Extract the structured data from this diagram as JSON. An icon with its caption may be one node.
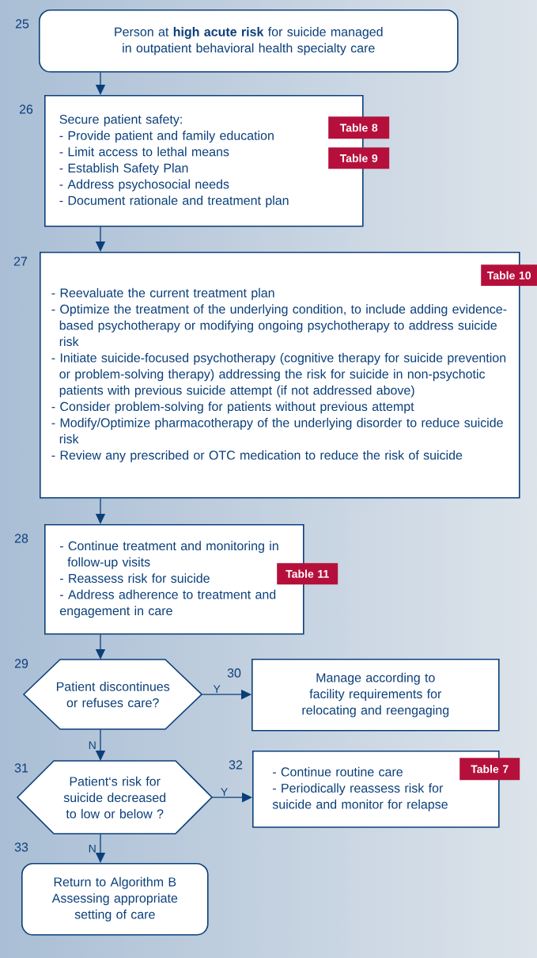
{
  "diagram": {
    "nodes": [
      {
        "text": [
          "Person at **high acute risk** for suicide managed in outpatient behavioral health specialty care"
        ],
        "beside": [
          "25"
        ]
      },
      {
        "text": [
          "Secure patient safety:",
          "- Provide patient and family education",
          "- Limit access to lethal means",
          "- Establish Safety Plan",
          "- Address psychosocial needs",
          "- Document rationale and treatment plan"
        ],
        "beside": [
          "26"
        ]
      },
      {
        "text": [
          "Table 8"
        ]
      },
      {
        "text": [
          "Table 9"
        ]
      },
      {
        "text": [
          "- Reevaluate the current treatment plan",
          "- Optimize the treatment of the underlying condition, to include adding evidence-based psychotherapy or modifying ongoing psychotherapy to address suicide risk",
          "- Initiate suicide-focused psychotherapy (cognitive therapy for suicide prevention or problem-solving therapy) addressing the risk for suicide in non-psychotic patients with previous suicide attempt (if not addressed above)",
          "- Consider problem-solving for patients without previous attempt",
          "- Modify/Optimize pharmacotherapy of the underlying disorder to reduce suicide risk",
          "- Review any prescribed or OTC medication to reduce the risk of suicide"
        ],
        "beside": [
          "27"
        ]
      },
      {
        "text": [
          "Table 10"
        ]
      },
      {
        "text": [
          "- Continue treatment and monitoring in follow-up visits",
          "- Reassess risk for suicide",
          "- Address adherence to treatment and engagement in care"
        ],
        "beside": [
          "28"
        ]
      },
      {
        "text": [
          "Table 11"
        ]
      },
      {
        "text": [
          "Patient discontinues or refuses care?"
        ],
        "beside": [
          "29"
        ]
      },
      {
        "text": [
          "Manage according to facility requirements for relocating and reengaging"
        ],
        "beside": [
          "30"
        ]
      },
      {
        "text": [
          "Patient‘s risk for suicide decreased to low or below ?"
        ],
        "beside": [
          "31"
        ]
      },
      {
        "text": [
          "- Continue routine care",
          "- Periodically reassess risk for suicide and monitor for relapse"
        ],
        "beside": [
          "32"
        ]
      },
      {
        "text": [
          "Table 7"
        ]
      },
      {
        "text": [
          "Return to Algorithm B",
          "Assessing appropriate setting of care"
        ],
        "beside": [
          "33"
        ]
      }
    ],
    "edges": [
      {
        "from": 0,
        "to": 1,
        "arrow": "to"
      },
      {
        "from": 1,
        "to": 4,
        "arrow": "to"
      },
      {
        "from": 4,
        "to": 6,
        "arrow": "to"
      },
      {
        "from": 6,
        "to": 8,
        "arrow": "to"
      },
      {
        "from": 8,
        "to": 9,
        "arrow": "to",
        "label": "Y"
      },
      {
        "from": 8,
        "to": 10,
        "arrow": "to",
        "label": "N"
      },
      {
        "from": 10,
        "to": 11,
        "arrow": "to",
        "label": "Y"
      },
      {
        "from": 10,
        "to": 13,
        "arrow": "to",
        "label": "N"
      }
    ]
  }
}
